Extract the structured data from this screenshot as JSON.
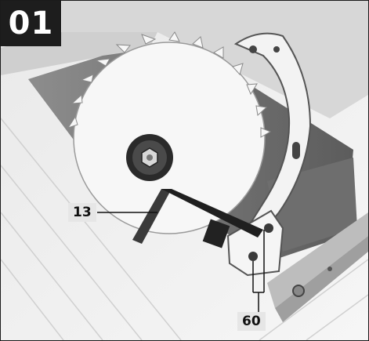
{
  "figure": {
    "step_number": "01",
    "callouts": [
      {
        "id": "13",
        "label": "13"
      },
      {
        "id": "60",
        "label": "60"
      }
    ]
  },
  "colors": {
    "background": "#f1f1f1",
    "badge": "#1d1d1d",
    "blade": "#f7f7f7",
    "dark_metal": "#1f1f1f",
    "callout_bg": "#e6e6e6"
  },
  "icons": [
    "saw-blade-illustration",
    "hex-key-tool",
    "blade-guard-bracket"
  ]
}
